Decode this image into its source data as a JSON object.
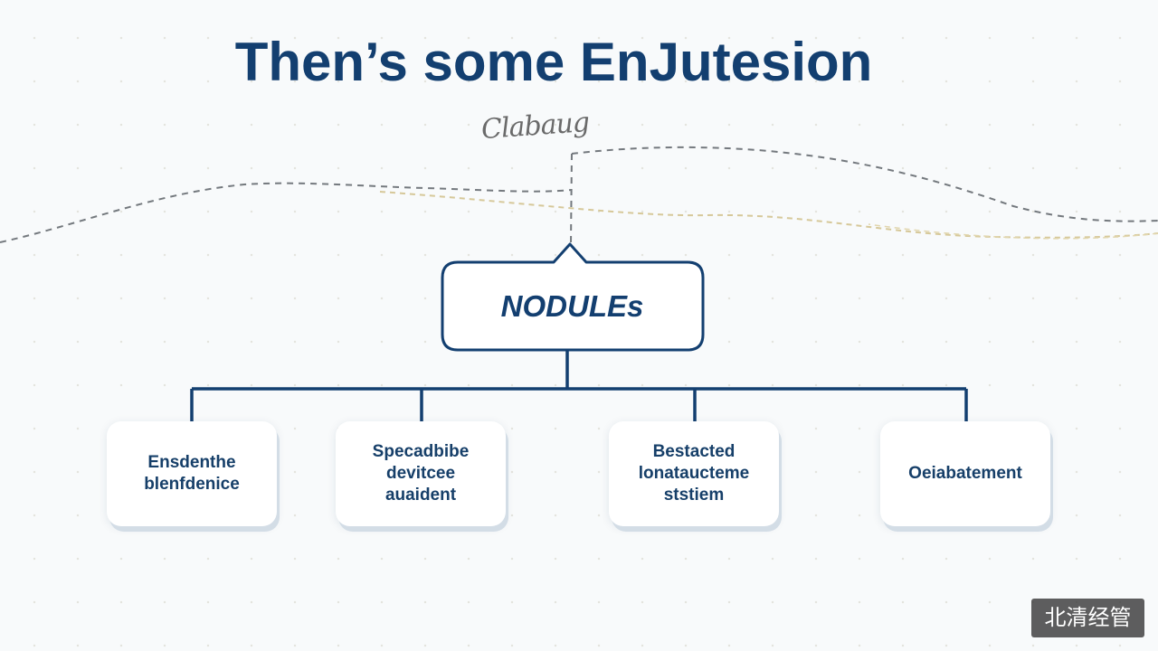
{
  "title": "Then’s some EnJutesion",
  "annotation": "Clabaug",
  "root": {
    "label": "NODULEs"
  },
  "children": [
    {
      "label": "Ensdenthe\nblenfdenice"
    },
    {
      "label": "Specadbibe\ndevitcee\nauaident"
    },
    {
      "label": "Bestacted\nlonataucteme\nststiem"
    },
    {
      "label": "Oeiabatement"
    }
  ],
  "watermark": "北清经管",
  "colors": {
    "primary": "#133f70",
    "connector": "#133f70",
    "dashed_curve": "#7a7f84",
    "faint_curve": "#d9c99a",
    "background": "#f8fafb"
  }
}
